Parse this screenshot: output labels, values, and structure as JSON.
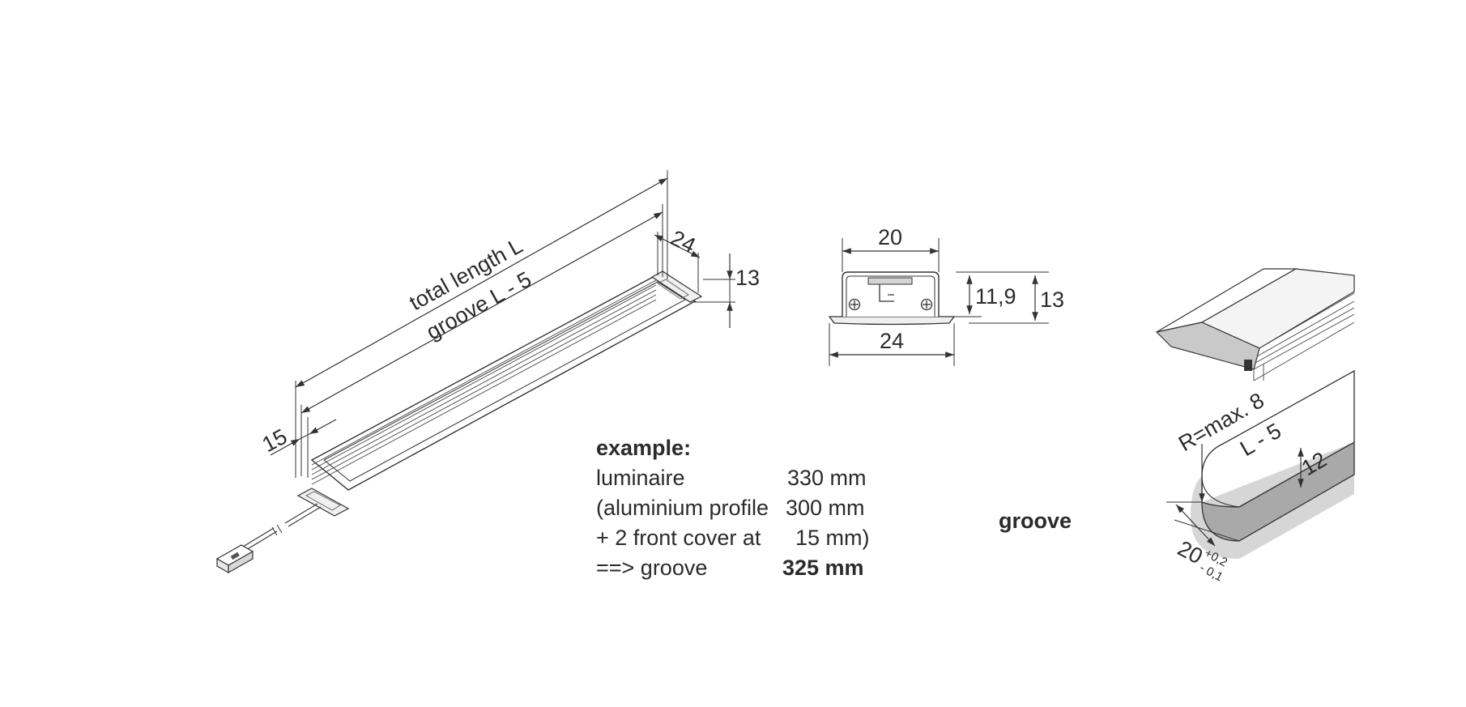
{
  "isometric": {
    "total_length": "total length L",
    "groove_length": "groove L - 5",
    "dim_24": "24",
    "dim_13": "13",
    "dim_15": "15"
  },
  "section": {
    "top_width": "20",
    "bottom_width": "24",
    "inner_height": "11,9",
    "outer_height": "13"
  },
  "example": {
    "heading": "example:",
    "rows": [
      {
        "label": "luminaire",
        "value": "330 mm"
      },
      {
        "label": "(aluminium profile",
        "value": "300 mm"
      },
      {
        "label": "+ 2 front cover at",
        "value": "15 mm)"
      },
      {
        "label": "==> groove",
        "value": "325 mm"
      }
    ]
  },
  "groove": {
    "label": "groove",
    "radius": "R=max. 8",
    "length": "L - 5",
    "depth": "12",
    "width": "20",
    "tol_plus": "+0,2",
    "tol_minus": "- 0,1"
  },
  "colors": {
    "line": "#333333",
    "profile_fill": "#e6e6e6",
    "cover_fill": "#c9c9c9",
    "groove_shadow": "#d6d6d6",
    "groove_floor": "#a9a9a9"
  }
}
